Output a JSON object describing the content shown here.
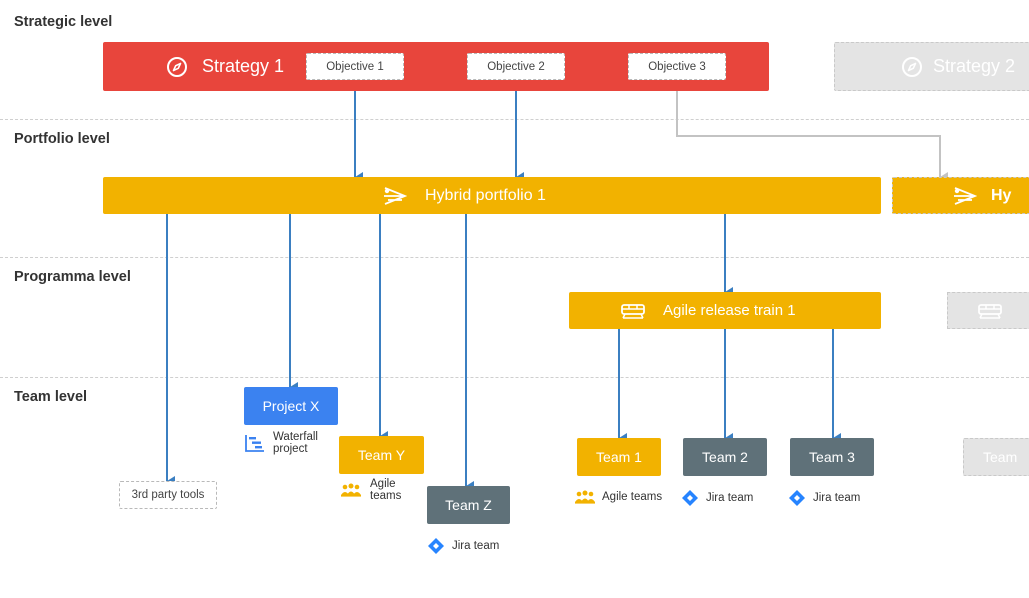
{
  "levels": {
    "strategic": "Strategic level",
    "portfolio": "Portfolio level",
    "programma": "Programma level",
    "team": "Team level"
  },
  "strategies": {
    "s1": "Strategy 1",
    "s2": "Strategy 2"
  },
  "objectives": [
    "Objective 1",
    "Objective 2",
    "Objective 3"
  ],
  "portfolios": {
    "p1": "Hybrid portfolio 1",
    "p2": "Hy"
  },
  "trains": {
    "t1": "Agile release train 1"
  },
  "nodes": {
    "project_x": "Project X",
    "team_y": "Team Y",
    "team_z": "Team Z",
    "team_1": "Team 1",
    "team_2": "Team 2",
    "team_3": "Team 3",
    "team_ghost": "Team",
    "third_party": "3rd party tools"
  },
  "captions": {
    "waterfall": "Waterfall project",
    "agile_y": "Agile teams",
    "jira_z": "Jira team",
    "agile_1": "Agile teams",
    "jira_2": "Jira team",
    "jira_3": "Jira team"
  },
  "colors": {
    "strategy": "#e8453c",
    "portfolio": "#f2b200",
    "project": "#3b82f0",
    "team_dark": "#5f7179",
    "arrow": "#3b7fc1",
    "ghost": "#e4e4e4"
  },
  "icons": [
    "compass-icon",
    "portfolio-icon",
    "train-icon",
    "gantt-icon",
    "team-people-icon",
    "jira-diamond-icon"
  ]
}
